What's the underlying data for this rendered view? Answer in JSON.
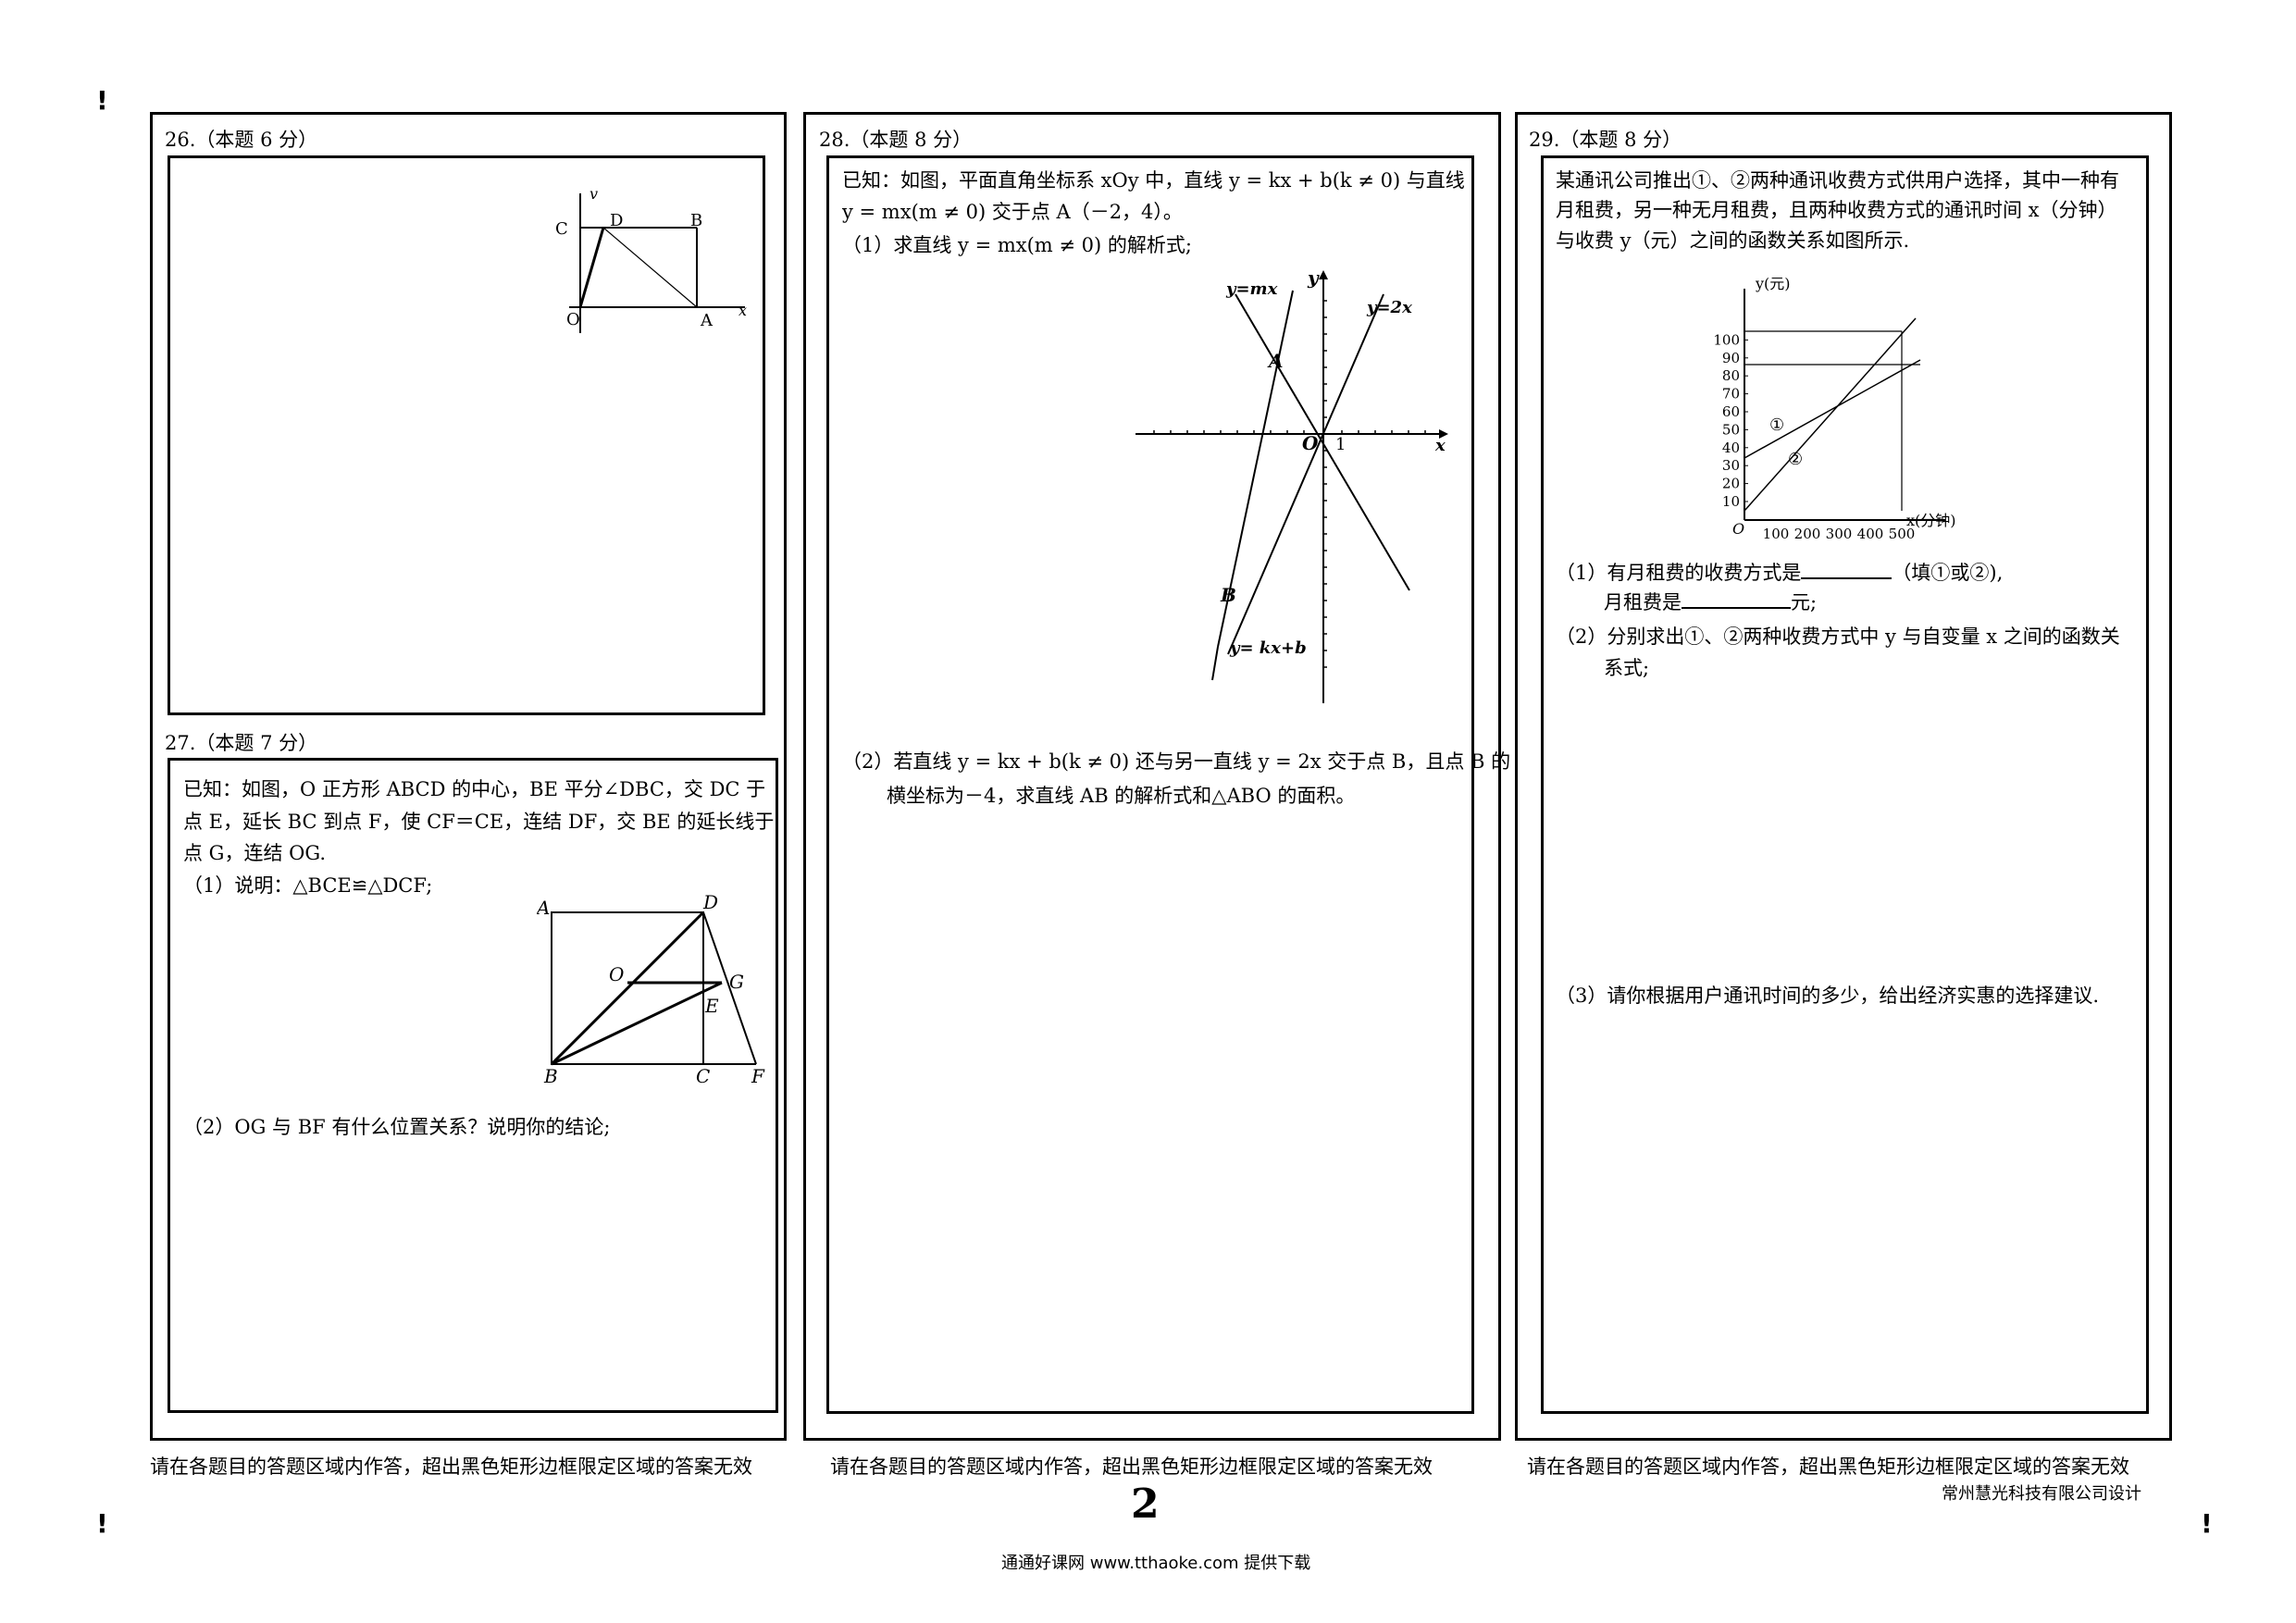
{
  "corner_marks": [
    "!",
    "!",
    "!"
  ],
  "q26": {
    "header": "26.（本题 6 分）",
    "fig_labels": {
      "C": "C",
      "D": "D",
      "B": "B",
      "O": "O",
      "A": "A",
      "y": "v",
      "x": "x"
    }
  },
  "q27": {
    "header": "27.（本题 7 分）",
    "stem_l1": "已知：如图，O 正方形 ABCD 的中心，BE 平分∠DBC，交 DC 于",
    "stem_l2": "点 E，延长 BC 到点 F，使 CF＝CE，连结 DF，交 BE 的延长线于",
    "stem_l3": "点 G，连结 OG.",
    "part1": "（1）说明：△BCE≌△DCF;",
    "part2": "（2）OG 与 BF 有什么位置关系？说明你的结论;",
    "fig_labels": {
      "A": "A",
      "D": "D",
      "O": "O",
      "G": "G",
      "E": "E",
      "B": "B",
      "C": "C",
      "F": "F"
    }
  },
  "q28": {
    "header": "28.（本题 8 分）",
    "stem_l1": "已知：如图，平面直角坐标系  xOy  中，直线 y = kx + b(k ≠ 0) 与直线",
    "stem_l2": "y = mx(m ≠ 0) 交于点 A（－2，4）。",
    "part1": "（1）求直线 y = mx(m ≠ 0) 的解析式;",
    "part2_l1": "（2）若直线 y = kx + b(k ≠ 0) 还与另一直线 y = 2x 交于点 B，且点 B 的",
    "part2_l2": "横坐标为－4，求直线 AB 的解析式和△ABO 的面积。",
    "fig_labels": {
      "ymx": "y=mx",
      "y": "y",
      "y2x": "y=2x",
      "A": "A",
      "O": "O",
      "one": "1",
      "x": "x",
      "B": "B",
      "ykxb": "y= kx+b"
    }
  },
  "q29": {
    "header": "29.（本题 8 分）",
    "stem_l1": "某通讯公司推出①、②两种通讯收费方式供用户选择，其中一种有",
    "stem_l2": "月租费，另一种无月租费，且两种收费方式的通讯时间 x（分钟）",
    "stem_l3": "与收费 y（元）之间的函数关系如图所示.",
    "part1_a": "（1）有月租费的收费方式是",
    "part1_b": "（填①或②),",
    "part1_c": "月租费是",
    "part1_d": "元;",
    "part2_l1": "（2）分别求出①、②两种收费方式中 y 与自变量 x 之间的函数关",
    "part2_l2": "系式;",
    "part3": "（3）请你根据用户通讯时间的多少，给出经济实惠的选择建议.",
    "fig": {
      "ylabel": "y(元)",
      "xlabel": "x(分钟)",
      "origin": "O",
      "yticks": [
        "100",
        "90",
        "80",
        "70",
        "60",
        "50",
        "40",
        "30",
        "20",
        "10"
      ],
      "xticks": [
        "100",
        "200",
        "300",
        "400",
        "500"
      ],
      "line1_label": "①",
      "line2_label": "②"
    }
  },
  "footer": {
    "note": "请在各题目的答题区域内作答，超出黑色矩形边框限定区域的答案无效",
    "page_number": "2",
    "designer": "常州慧光科技有限公司设计",
    "source": "通通好课网 www.tthaoke.com 提供下载"
  }
}
